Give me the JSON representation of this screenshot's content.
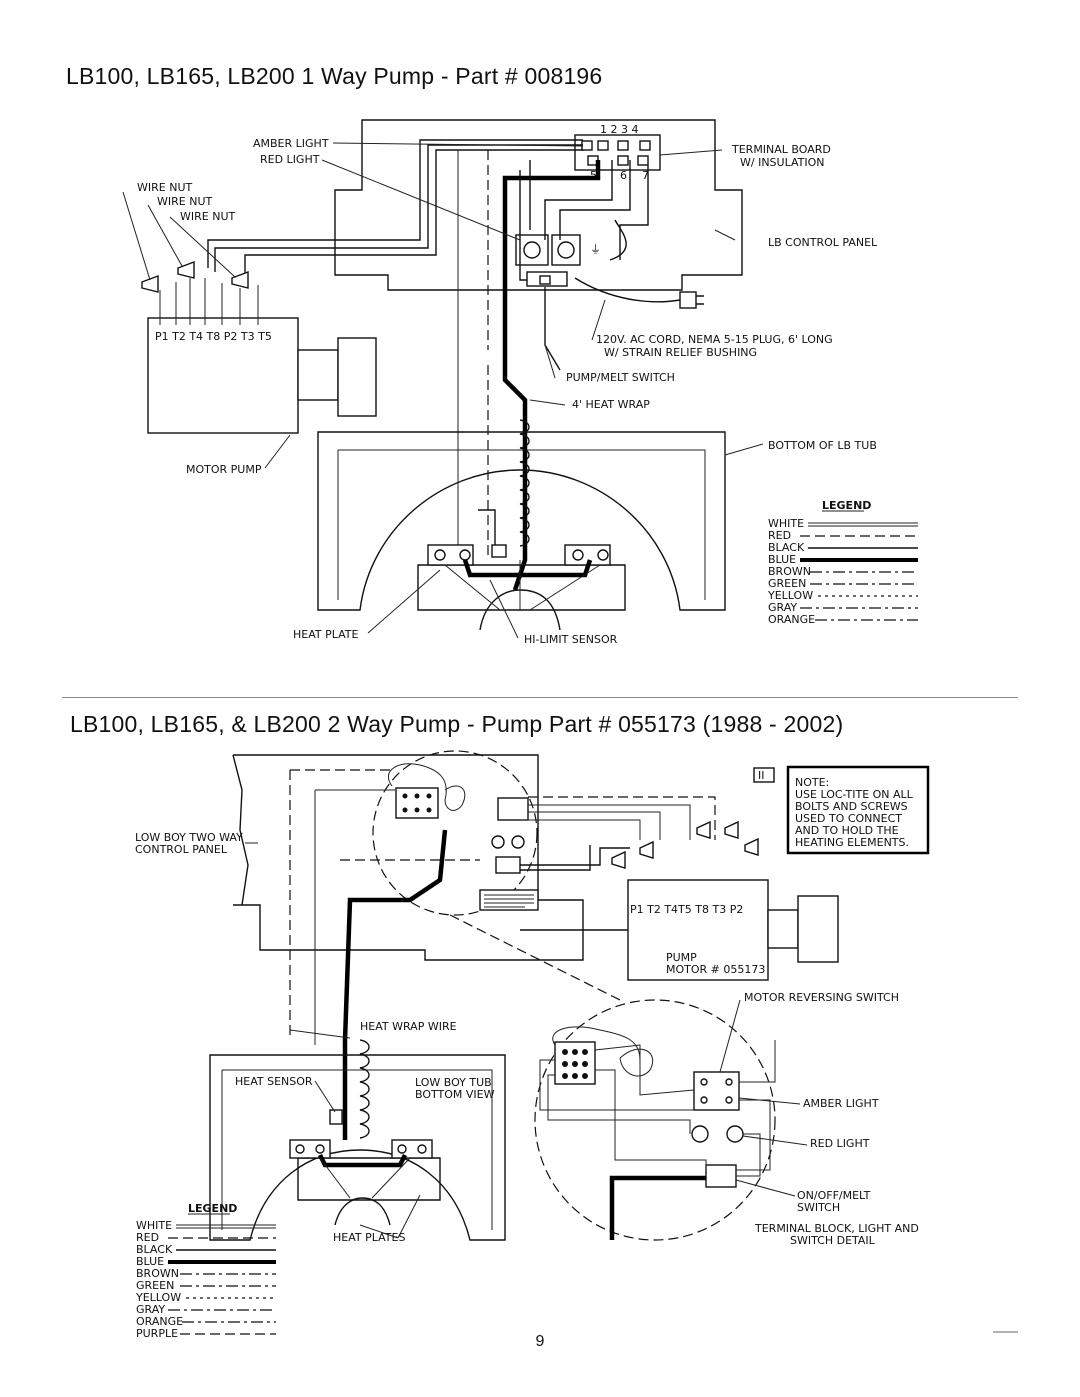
{
  "page": {
    "title_1": "LB100, LB165, LB200 1 Way Pump - Part # 008196",
    "title_2": "LB100, LB165, & LB200 2 Way Pump - Pump Part # 055173 (1988 - 2002)",
    "page_number": "9"
  },
  "diagram_1": {
    "labels": {
      "amber_light": "AMBER LIGHT",
      "red_light": "RED LIGHT",
      "wire_nut_1": "WIRE NUT",
      "wire_nut_2": "WIRE NUT",
      "wire_nut_3": "WIRE NUT",
      "terminal_board_1": "TERMINAL BOARD",
      "terminal_board_2": "W/ INSULATION",
      "lb_control_panel": "LB CONTROL PANEL",
      "cord_1": "120V. AC CORD, NEMA 5-15 PLUG, 6' LONG",
      "cord_2": "W/ STRAIN RELIEF BUSHING",
      "pump_melt_switch": "PUMP/MELT SWITCH",
      "heat_wrap": "4' HEAT WRAP",
      "bottom_of_tub": "BOTTOM OF LB TUB",
      "motor_pump": "MOTOR PUMP",
      "heat_plate": "HEAT PLATE",
      "hi_limit_sensor": "HI-LIMIT SENSOR",
      "motor_terminals": "P1 T2 T4 T8 P2 T3 T5",
      "terminal_top": "1 2 3 4",
      "terminal_5": "5",
      "terminal_6": "6",
      "terminal_7": "7"
    },
    "legend_title": "LEGEND",
    "legend": [
      "WHITE",
      "RED",
      "BLACK",
      "BLUE",
      "BROWN",
      "GREEN",
      "YELLOW",
      "GRAY",
      "ORANGE"
    ]
  },
  "diagram_2": {
    "labels": {
      "low_boy_panel_1": "LOW BOY TWO WAY",
      "low_boy_panel_2": "CONTROL PANEL",
      "roman_ii": "II",
      "note_1": "NOTE:",
      "note_2": "USE LOC-TITE ON ALL",
      "note_3": "BOLTS AND SCREWS",
      "note_4": "USED TO CONNECT",
      "note_5": "AND TO HOLD THE",
      "note_6": "HEATING ELEMENTS.",
      "motor_terminals": "P1  T2  T4T5   T8  T3  P2",
      "pump_1": "PUMP",
      "pump_2": "MOTOR # 055173",
      "motor_reversing_switch": "MOTOR REVERSING SWITCH",
      "heat_wrap_wire": "HEAT WRAP WIRE",
      "heat_sensor": "HEAT SENSOR",
      "tub_view_1": "LOW BOY TUB",
      "tub_view_2": "BOTTOM VIEW",
      "amber_light": "AMBER LIGHT",
      "red_light": "RED LIGHT",
      "on_off_1": "ON/OFF/MELT",
      "on_off_2": "SWITCH",
      "heat_plates": "HEAT PLATES",
      "detail_1": "TERMINAL BLOCK, LIGHT AND",
      "detail_2": "SWITCH DETAIL"
    },
    "legend_title": "LEGEND",
    "legend": [
      "WHITE",
      "RED",
      "BLACK",
      "BLUE",
      "BROWN",
      "GREEN",
      "YELLOW",
      "GRAY",
      "ORANGE",
      "PURPLE"
    ]
  }
}
